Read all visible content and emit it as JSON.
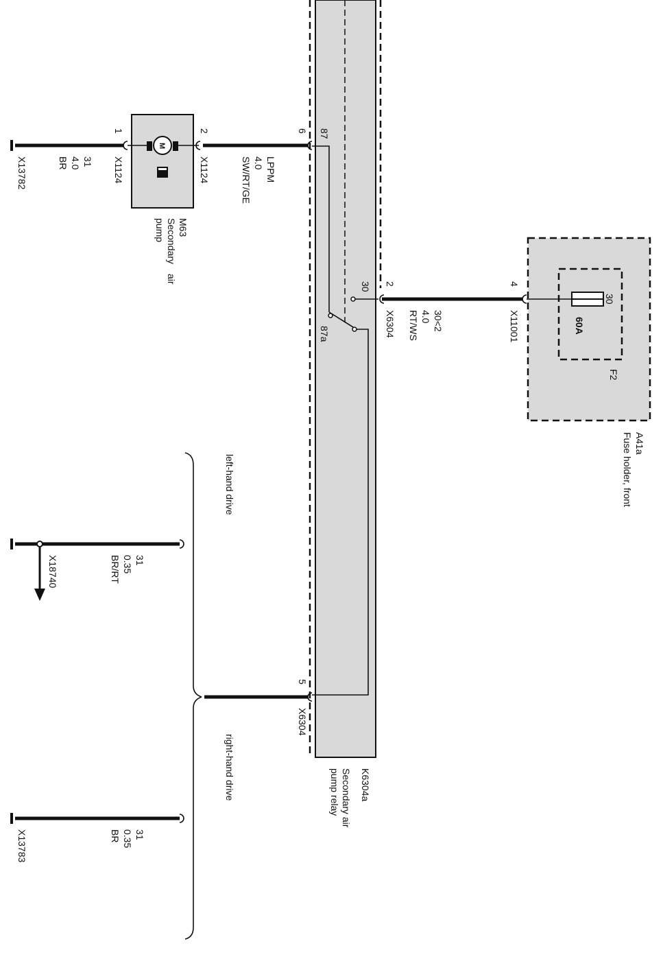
{
  "colors": {
    "component_fill": "#d9d9d9",
    "wire": "#111111",
    "background": "#ffffff"
  },
  "relay": {
    "id": "K6304a",
    "desc1": "Secondary air",
    "desc2": "pump relay",
    "pin_87": "87",
    "pin_30": "30",
    "pin_87a": "87a"
  },
  "fuse_holder": {
    "id": "A41a",
    "desc": "Fuse holder, front",
    "fuse_id": "F2",
    "fuse_rating": "60A",
    "fuse_pin": "30",
    "connector_pin": "4",
    "connector": "X11001"
  },
  "pump": {
    "id": "M63",
    "desc1": "Secondary",
    "desc2": "air",
    "desc3": "pump",
    "motor_symbol": "M",
    "pin_left": "1",
    "pin_right": "2",
    "connector_left": "X1124",
    "connector_right": "X1124"
  },
  "wire_pump_ground": {
    "line1": "31",
    "line2": "4.0",
    "line3": "BR",
    "ground_connector": "X13782"
  },
  "wire_pump_relay": {
    "line1": "LPPM",
    "line2": "4.0",
    "line3": "SW/RT/GE",
    "relay_pin": "6"
  },
  "wire_fuse_relay": {
    "relay_pin": "2",
    "relay_connector": "X6304",
    "line1": "30<2",
    "line2": "4.0",
    "line3": "RT/WS"
  },
  "lhd": {
    "label": "left-hand drive",
    "line1": "31",
    "line2": "0.35",
    "line3": "BR/RT",
    "connector": "X18740"
  },
  "relay_ground": {
    "pin": "5",
    "connector": "X6304"
  },
  "rhd": {
    "label": "right-hand drive",
    "line1": "31",
    "line2": "0.35",
    "line3": "BR",
    "connector": "X13783"
  }
}
